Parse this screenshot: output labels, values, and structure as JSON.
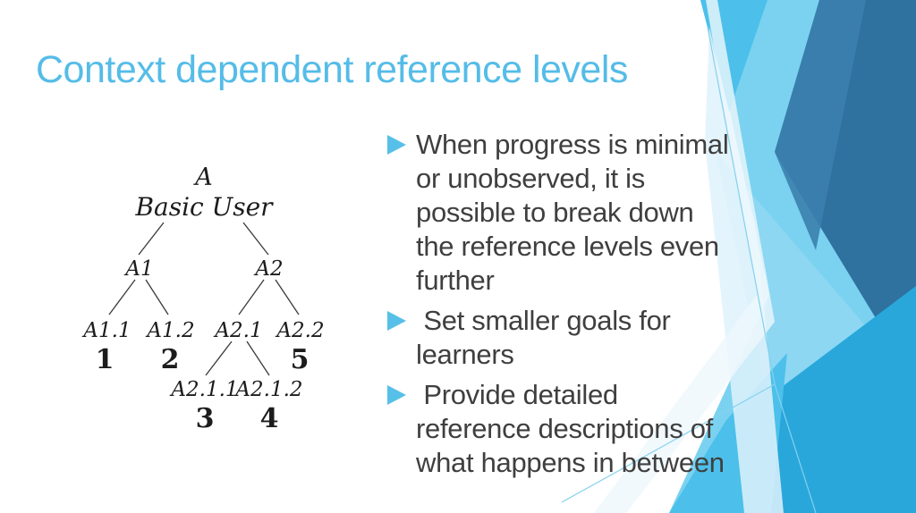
{
  "slide": {
    "title": "Context dependent reference levels",
    "bullets": [
      {
        "marker": "triangle-right",
        "lines": [
          "When progress is minimal",
          "or unobserved, it is",
          "possible to break down",
          "the reference levels even",
          "further"
        ]
      },
      {
        "marker": "triangle-right",
        "lines": [
          " Set smaller goals for",
          "learners"
        ]
      },
      {
        "marker": "triangle-right",
        "lines": [
          " Provide detailed",
          "reference descriptions of",
          "what happens in between"
        ]
      }
    ]
  },
  "tree": {
    "root_label": "A",
    "root_sublabel": "Basic User",
    "a1": "A1",
    "a2": "A2",
    "a11": "A1.1",
    "a12": "A1.2",
    "a21": "A2.1",
    "a22": "A2.2",
    "a211": "A2.1.1",
    "a212": "A2.1.2",
    "v1": "1",
    "v2": "2",
    "v3": "3",
    "v4": "4",
    "v5": "5"
  },
  "colors": {
    "title": "#55bce8",
    "body_text": "#3f3f3f",
    "bullet_marker": "#56c0e8",
    "facet_light": "#7ad2f0",
    "facet_sky": "#4cc0ea",
    "facet_mid": "#29a7db",
    "facet_dark": "#2f719f",
    "facet_dark2": "#3b80ae",
    "facet_pale": "#dff2fb",
    "hairline": "#86d1ee",
    "background": "#ffffff"
  }
}
